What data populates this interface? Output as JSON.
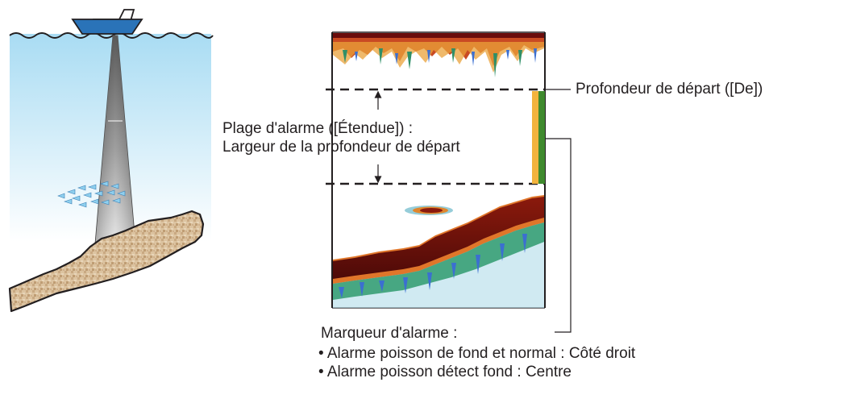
{
  "labels": {
    "start_depth": "Profondeur de départ ([De])",
    "alarm_range_line1": "Plage d'alarme ([Étendue]) :",
    "alarm_range_line2": "Largeur de la profondeur de départ",
    "alarm_marker": "Marqueur d'alarme :"
  },
  "alarm_marker_positions": [
    "• Alarme poisson de fond et normal : Côté droit",
    "• Alarme poisson détect fond : Centre"
  ],
  "colors": {
    "water": "#b9e3f6",
    "boat_hull": "#2a73b8",
    "seabed": "#d9bf9c",
    "bottom_echo": "#6a0c0c",
    "alarm_marker_yellow": "#f2b33d",
    "alarm_marker_green": "#3f8a2e"
  }
}
